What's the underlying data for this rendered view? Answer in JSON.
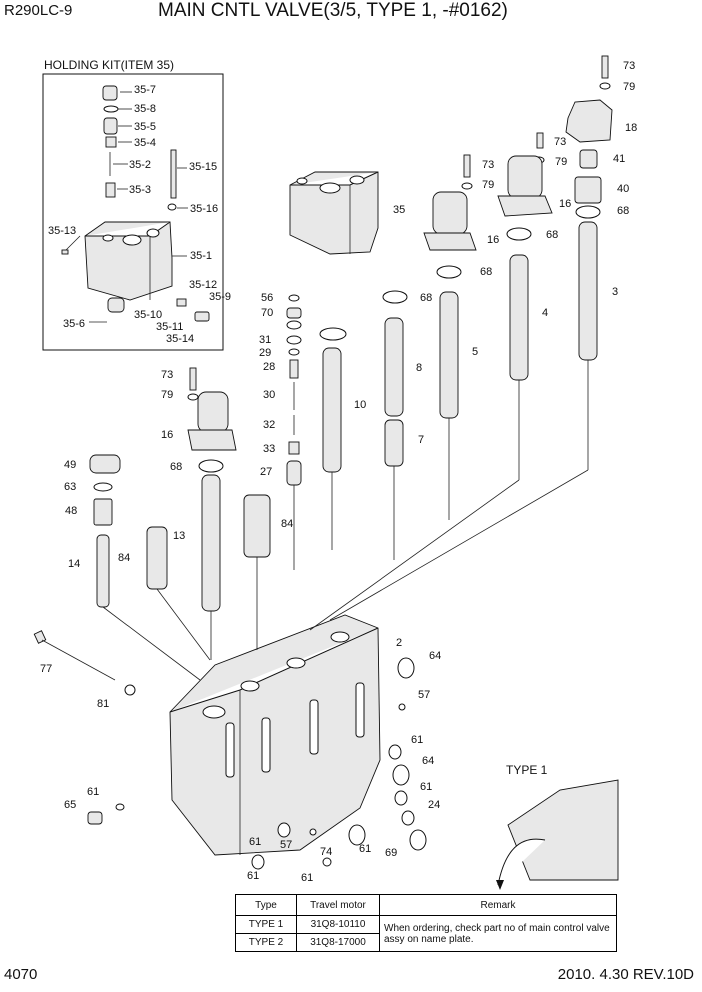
{
  "header": {
    "model": "R290LC-9",
    "title": "MAIN CNTL VALVE(3/5, TYPE 1, -#0162)"
  },
  "holding_kit": {
    "label": "HOLDING KIT(ITEM 35)"
  },
  "type1_inset": {
    "label": "TYPE 1"
  },
  "callouts": [
    "35-7",
    "35-8",
    "35-5",
    "35-4",
    "35-2",
    "35-15",
    "35-3",
    "35-16",
    "35-13",
    "35-1",
    "35-12",
    "35-9",
    "35-6",
    "35-10",
    "35-11",
    "35-14",
    "73",
    "79",
    "18",
    "73",
    "79",
    "41",
    "40",
    "16",
    "68",
    "79",
    "73",
    "16",
    "35",
    "68",
    "3",
    "68",
    "4",
    "56",
    "70",
    "68",
    "31",
    "29",
    "28",
    "8",
    "5",
    "30",
    "10",
    "32",
    "7",
    "33",
    "27",
    "73",
    "79",
    "16",
    "68",
    "49",
    "63",
    "48",
    "84",
    "13",
    "14",
    "84",
    "2",
    "64",
    "77",
    "57",
    "81",
    "61",
    "64",
    "61",
    "61",
    "65",
    "24",
    "61",
    "57",
    "74",
    "61",
    "69",
    "61",
    "61"
  ],
  "table": {
    "headers": [
      "Type",
      "Travel motor",
      "Remark"
    ],
    "rows": [
      {
        "type": "TYPE 1",
        "motor": "31Q8-10110"
      },
      {
        "type": "TYPE 2",
        "motor": "31Q8-17000"
      }
    ],
    "remark": "When ordering, check part no of main control valve assy on name plate."
  },
  "footer": {
    "page_number": "4070",
    "date_rev": "2010. 4.30  REV.10D"
  }
}
